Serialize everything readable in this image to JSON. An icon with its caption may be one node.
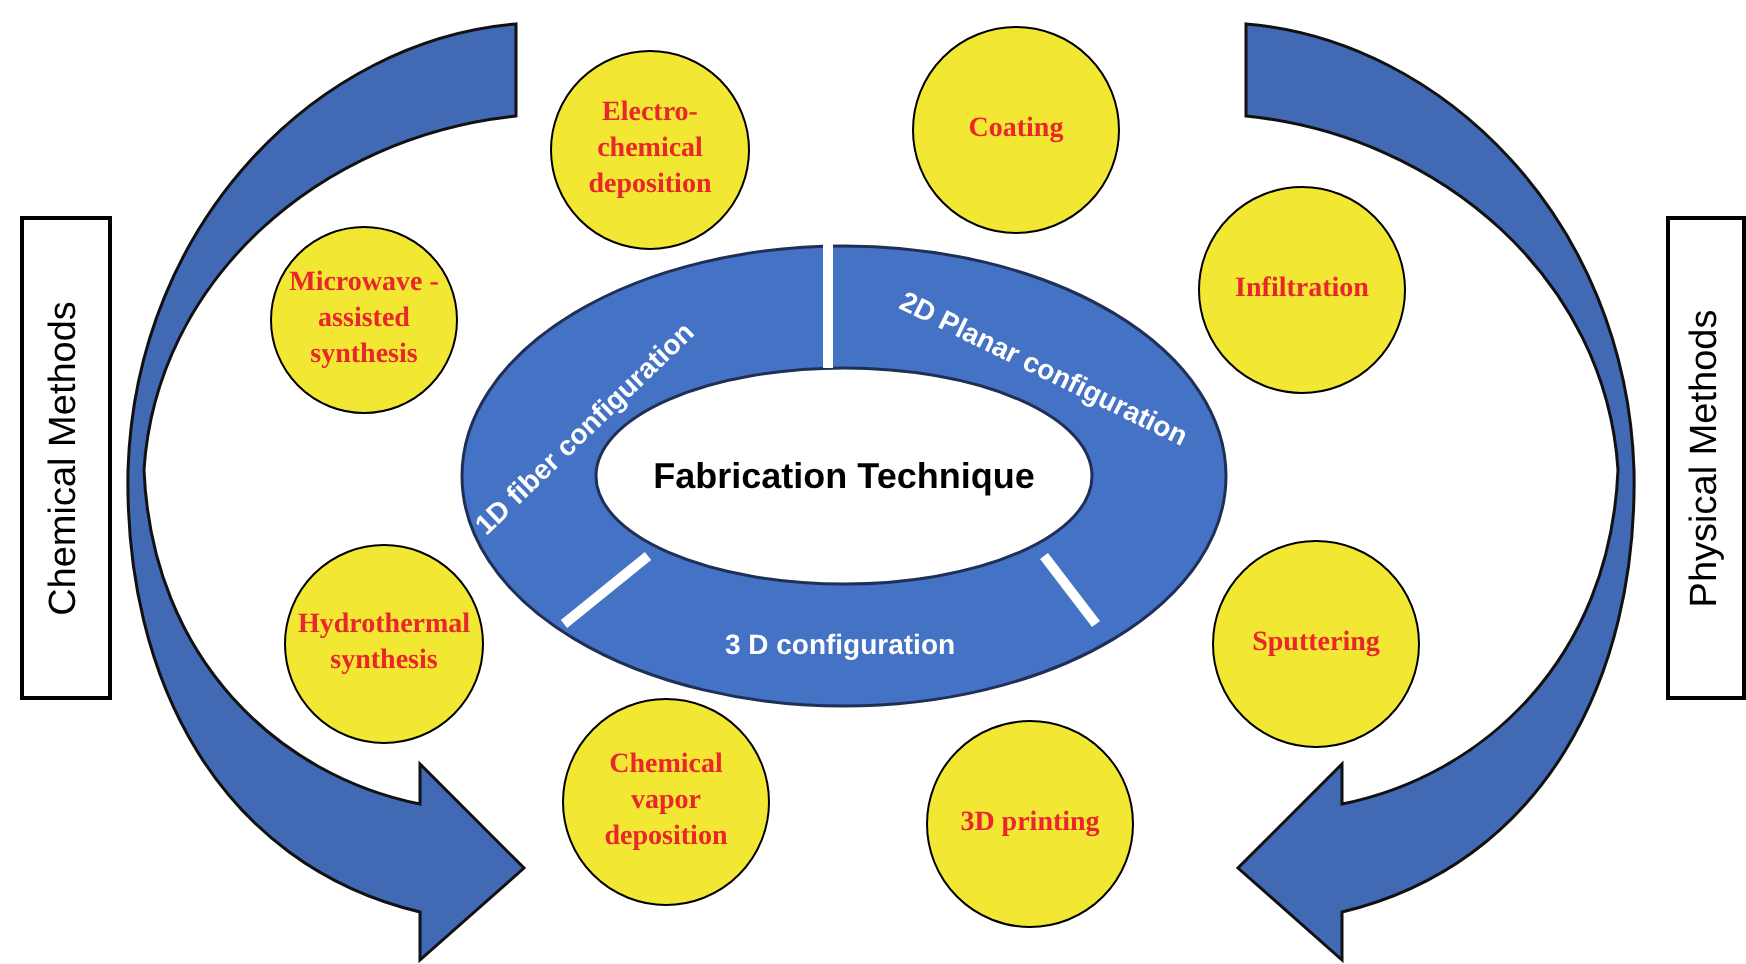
{
  "diagram": {
    "nodes": [
      {
        "text": [
          "Chemical Methods"
        ]
      },
      {
        "text": [
          "Physical Methods"
        ]
      },
      {
        "text": [
          "1D fiber configuration",
          "2D Planar configuration",
          "3 D configuration"
        ]
      },
      {
        "text": [
          "Fabrication Technique"
        ],
        "in": 2
      },
      {
        "text": [
          "Electro-chemical deposition"
        ]
      },
      {
        "text": [
          "Microwave -assisted synthesis"
        ]
      },
      {
        "text": [
          "Hydrothermal synthesis"
        ]
      },
      {
        "text": [
          "Chemical vapor deposition"
        ]
      },
      {
        "text": [
          "Coating"
        ]
      },
      {
        "text": [
          "Infiltration"
        ]
      },
      {
        "text": [
          "Sputtering"
        ]
      },
      {
        "text": [
          "3D printing"
        ]
      }
    ]
  }
}
